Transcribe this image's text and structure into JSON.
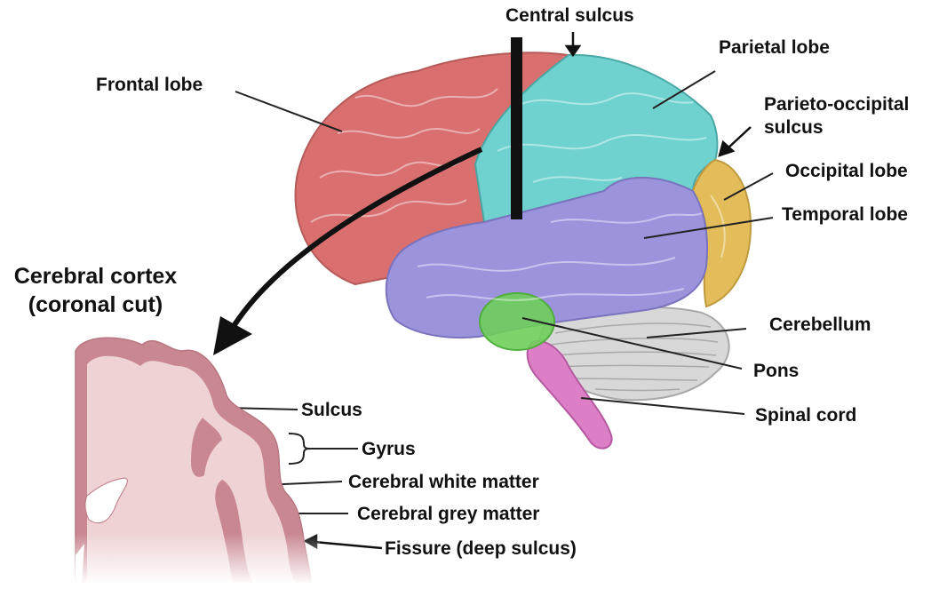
{
  "title": {
    "line1": "Cerebral cortex",
    "line2": "(coronal cut)"
  },
  "labels": {
    "central_sulcus": "Central sulcus",
    "frontal_lobe": "Frontal lobe",
    "parietal_lobe": "Parietal lobe",
    "parieto_occipital_sulcus_l1": "Parieto-occipital",
    "parieto_occipital_sulcus_l2": "sulcus",
    "occipital_lobe": "Occipital lobe",
    "temporal_lobe": "Temporal lobe",
    "cerebellum": "Cerebellum",
    "pons": "Pons",
    "spinal_cord": "Spinal cord",
    "sulcus": "Sulcus",
    "gyrus": "Gyrus",
    "cerebral_white_matter": "Cerebral white matter",
    "cerebral_grey_matter": "Cerebral grey matter",
    "fissure": "Fissure (deep sulcus)"
  },
  "colors": {
    "frontal_lobe": "#d9706f",
    "parietal_lobe": "#6fd2cf",
    "occipital_lobe": "#e3bd5a",
    "temporal_lobe": "#9b93dc",
    "cerebellum": "#d8d8d8",
    "pons": "#6fcf5b",
    "spinal_cord": "#dc7fc6",
    "cortex_grey_matter": "#c98891",
    "cortex_white_matter": "#efd3d4"
  }
}
